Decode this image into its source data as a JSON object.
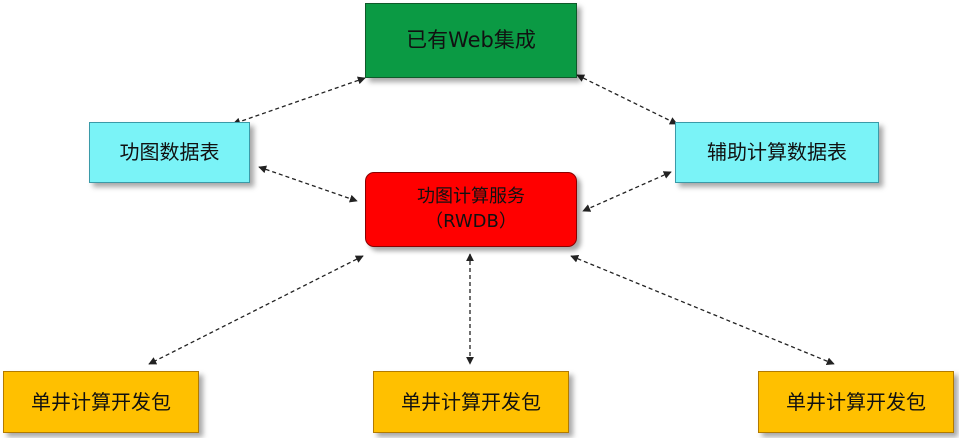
{
  "colors": {
    "web": "#0b9a44",
    "table": "#7af3f7",
    "service": "#ff0000",
    "package": "#ffc000",
    "connector": "#222222"
  },
  "nodes": {
    "web": {
      "label": "已有Web集成"
    },
    "power_table": {
      "label": "功图数据表"
    },
    "aux_table": {
      "label": "辅助计算数据表"
    },
    "service": {
      "label": "功图计算服务",
      "sublabel": "（RWDB）"
    },
    "pkg_left": {
      "label": "单井计算开发包"
    },
    "pkg_mid": {
      "label": "单井计算开发包"
    },
    "pkg_right": {
      "label": "单井计算开发包"
    }
  }
}
